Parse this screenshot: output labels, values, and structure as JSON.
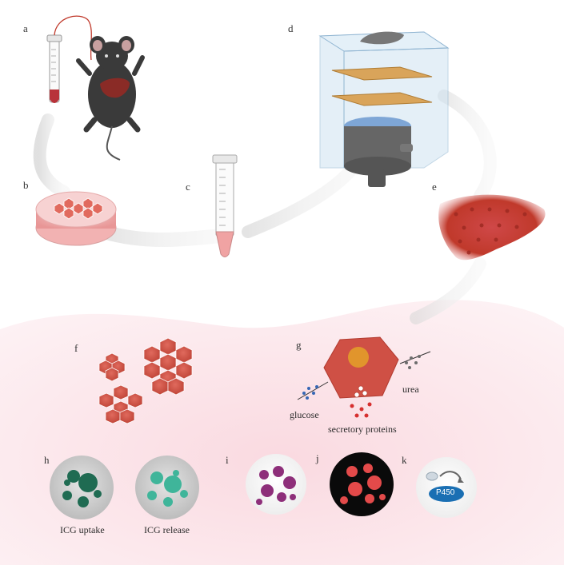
{
  "panel_labels": {
    "a": "a",
    "b": "b",
    "c": "c",
    "d": "d",
    "e": "e",
    "f": "f",
    "g": "g",
    "h": "h",
    "i": "i",
    "j": "j",
    "k": "k"
  },
  "captions": {
    "glucose": "glucose",
    "urea": "urea",
    "secretory_proteins": "secretory proteins",
    "icg_uptake": "ICG uptake",
    "icg_release": "ICG release",
    "p450": "P450"
  },
  "colors": {
    "cell_red": "#d9574b",
    "cell_dark": "#b23b30",
    "liver": "#c0392b",
    "glucose_dots": "#3566b5",
    "urea_dots": "#6d6d6d",
    "secretory_dots": "#d62f2f",
    "icg_uptake": "#1f6b52",
    "icg_release": "#3fb59a",
    "stain_purple": "#8e2f7a",
    "fluor_red": "#e34a4a",
    "p450_blue": "#1a6fb3",
    "background_wash": "#fbe6ea"
  },
  "icons": [
    "mouse-icon",
    "syringe-tube-icon",
    "petri-dish-icon",
    "centrifuge-tube-icon",
    "bioreactor-icon",
    "liver-icon",
    "organoid-cluster-icon",
    "hepatocyte-icon"
  ]
}
